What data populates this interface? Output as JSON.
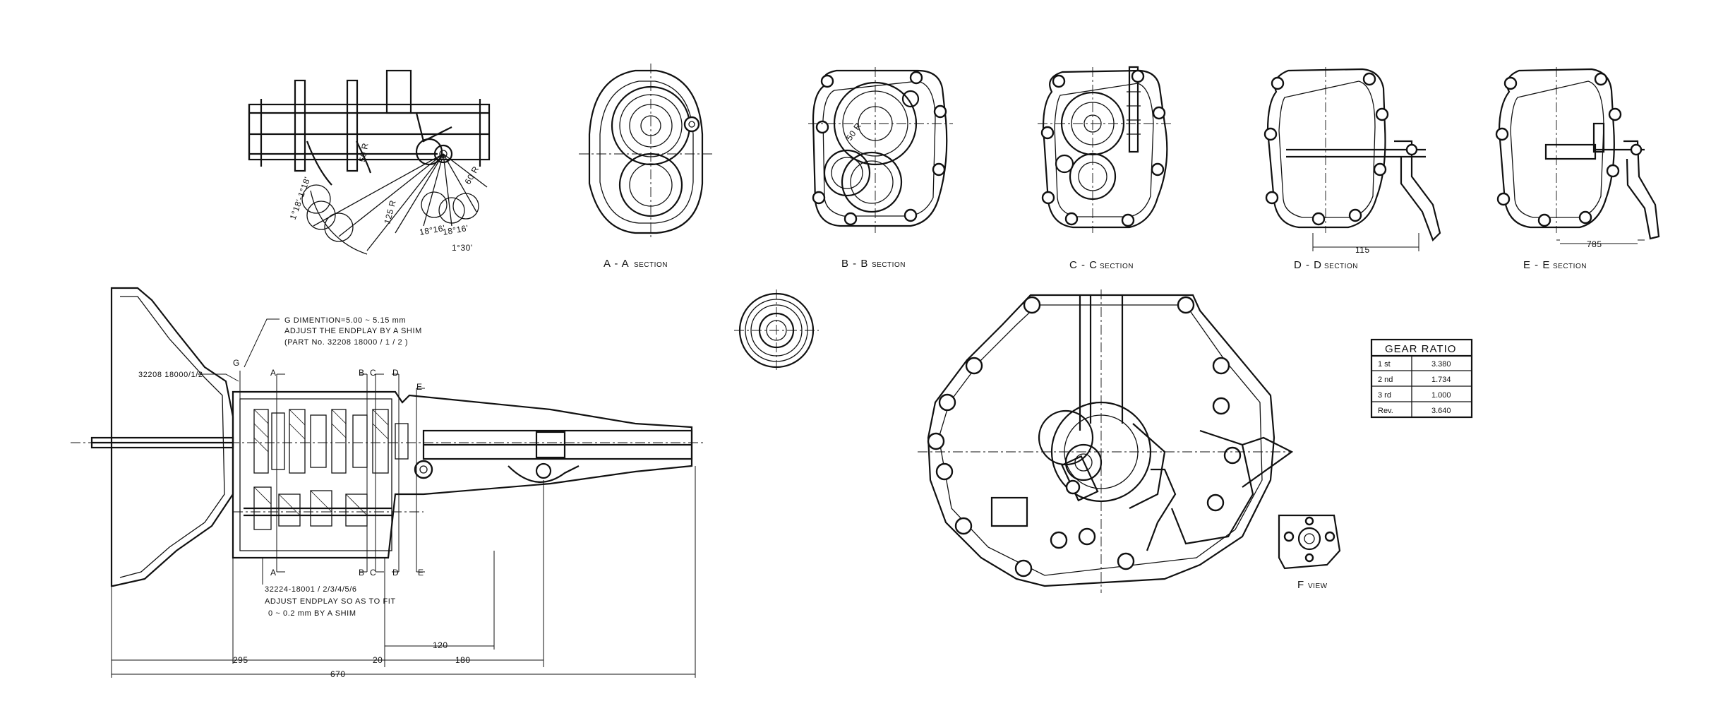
{
  "sections": {
    "aa": {
      "letters": "A - A",
      "suffix": "SECTION"
    },
    "bb": {
      "letters": "B - B",
      "suffix": "SECTION"
    },
    "cc": {
      "letters": "C - C",
      "suffix": "SECTION"
    },
    "dd": {
      "letters": "D - D",
      "suffix": "SECTION"
    },
    "ee": {
      "letters": "E - E",
      "suffix": "SECTION"
    },
    "fv": {
      "letters": "F",
      "suffix": "VIEW"
    }
  },
  "notes": {
    "g_dimension": "G DIMENTION=5.00 ~ 5.15 mm",
    "adjust_shim": "ADJUST THE ENDPLAY BY A SHIM",
    "part_no": "(PART No. 32208 18000 / 1 / 2 )",
    "part_left": "32208 18000/1/2",
    "part_bottom": "32224-18001 / 2/3/4/5/6",
    "endplay_fit": "ADJUST ENDPLAY SO AS TO FIT",
    "endplay_range": "0 ~ 0.2 mm BY A SHIM"
  },
  "cut_marks": {
    "a": "A",
    "b": "B",
    "c": "C",
    "d": "D",
    "e": "E",
    "g": "G"
  },
  "dimensions": {
    "d295": "295",
    "d20": "20",
    "d180": "180",
    "d120": "120",
    "d670": "670",
    "d115": "115",
    "d785": "785",
    "r60": "60 R",
    "r125": "125 R",
    "r50": "50 R",
    "ang1": "1°18'-1°18'",
    "ang2": "18°16'",
    "ang3": "18°16'",
    "ang4": "1°30'"
  },
  "gear_ratio": {
    "title": "GEAR  RATIO",
    "rows": [
      {
        "gear": "1 st",
        "ratio": "3.380"
      },
      {
        "gear": "2 nd",
        "ratio": "1.734"
      },
      {
        "gear": "3 rd",
        "ratio": "1.000"
      },
      {
        "gear": "Rev.",
        "ratio": "3.640"
      }
    ]
  }
}
